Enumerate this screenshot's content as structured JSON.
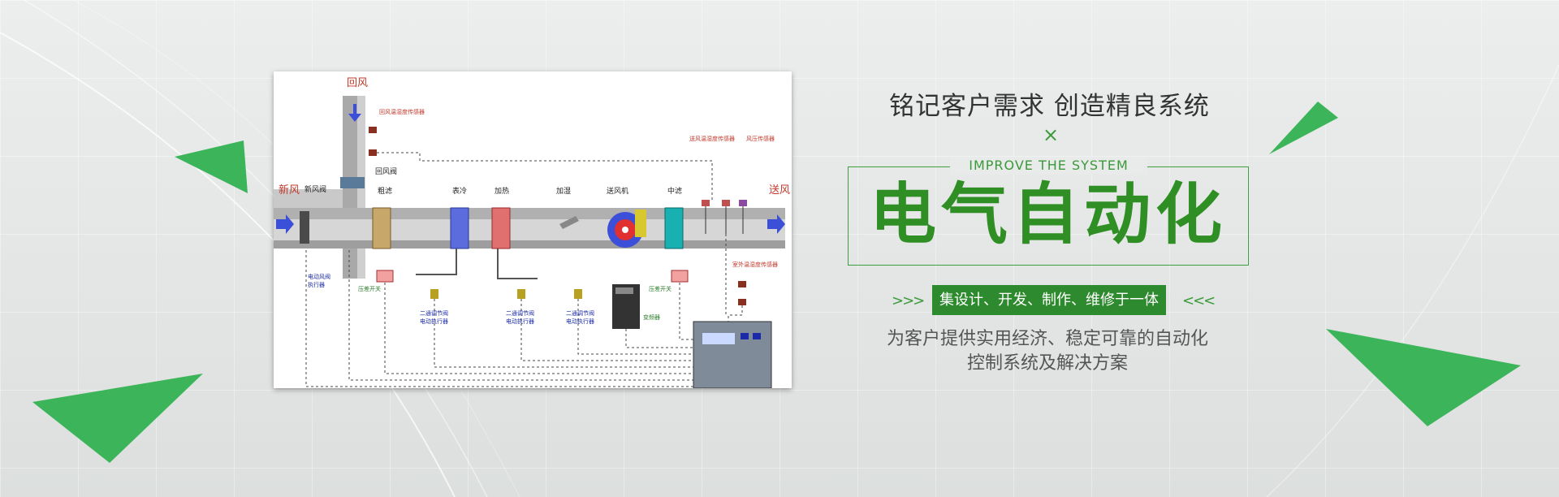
{
  "diagram": {
    "labels": {
      "return_air": "回风",
      "fresh_air": "新风",
      "supply_air": "送风",
      "fresh_air_valve": "新风阀",
      "return_air_valve": "回风阀",
      "coarse_filter": "粗滤",
      "surface_cooler": "表冷",
      "heater": "加热",
      "humidifier": "加湿",
      "supply_fan": "送风机",
      "medium_filter": "中滤",
      "return_temp_humidity_sensor": "回风温湿度传感器",
      "supply_temp_humidity_sensor": "送风温湿度传感器",
      "pressure_sensor": "风压传感器",
      "outdoor_temp_humidity_sensor": "室外温湿度传感器",
      "damper_actuator": "电动风阀\n执行器",
      "diff_pressure_switch_1": "压差开关",
      "diff_pressure_switch_2": "压差开关",
      "valve_actuator_1": "二通调节阀\n电动执行器",
      "valve_actuator_2": "二通调节阀\n电动执行器",
      "valve_actuator_3": "二通调节阀\n电动执行器",
      "inverter": "变频器"
    }
  },
  "content": {
    "headline": "铭记客户需求 创造精良系统",
    "x_mark": "×",
    "subtitle_en": "IMPROVE THE SYSTEM",
    "title": "电气自动化",
    "chevrons_left": ">>>",
    "chevrons_right": "<<<",
    "badge": "集设计、开发、制作、维修于一体",
    "description_line1": "为客户提供实用经济、稳定可靠的自动化",
    "description_line2": "控制系统及解决方案"
  },
  "colors": {
    "accent_green": "#2e8a2e",
    "title_green": "#2f8f24",
    "triangle_green": "#3cb55a"
  }
}
